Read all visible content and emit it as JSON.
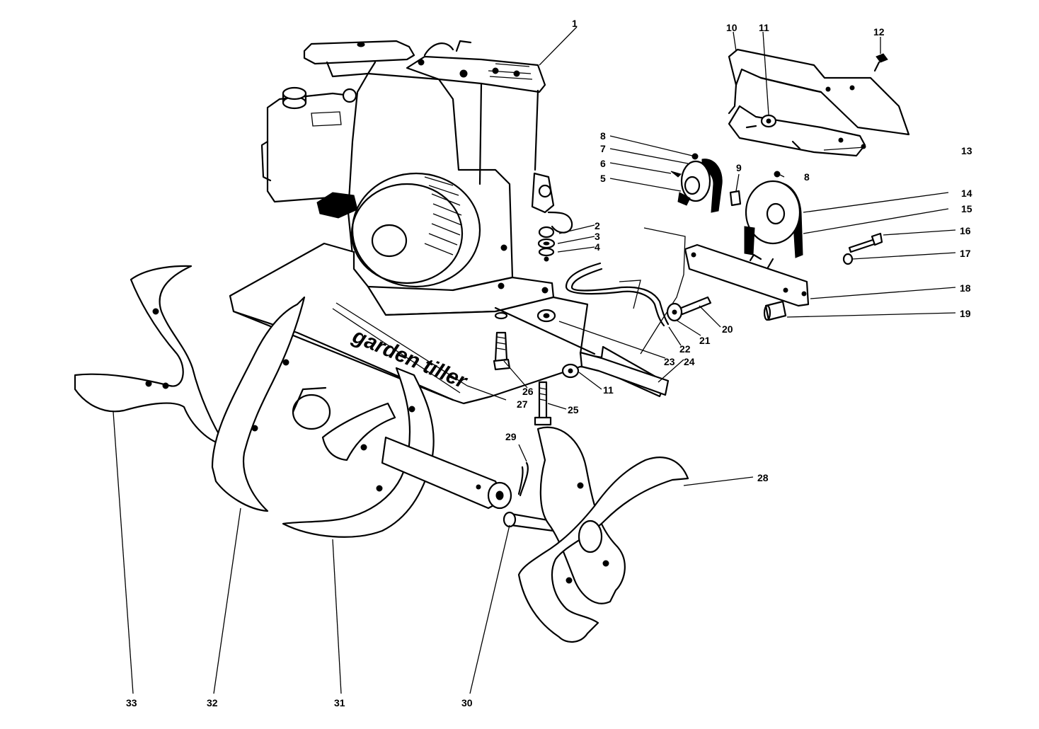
{
  "brand_text": "garden tiller",
  "callouts": [
    "1",
    "2",
    "3",
    "4",
    "5",
    "6",
    "7",
    "8",
    "8",
    "9",
    "10",
    "11",
    "11",
    "12",
    "13",
    "14",
    "15",
    "16",
    "17",
    "18",
    "19",
    "20",
    "21",
    "22",
    "23",
    "24",
    "25",
    "26",
    "27",
    "28",
    "29",
    "30",
    "31",
    "32",
    "33"
  ]
}
